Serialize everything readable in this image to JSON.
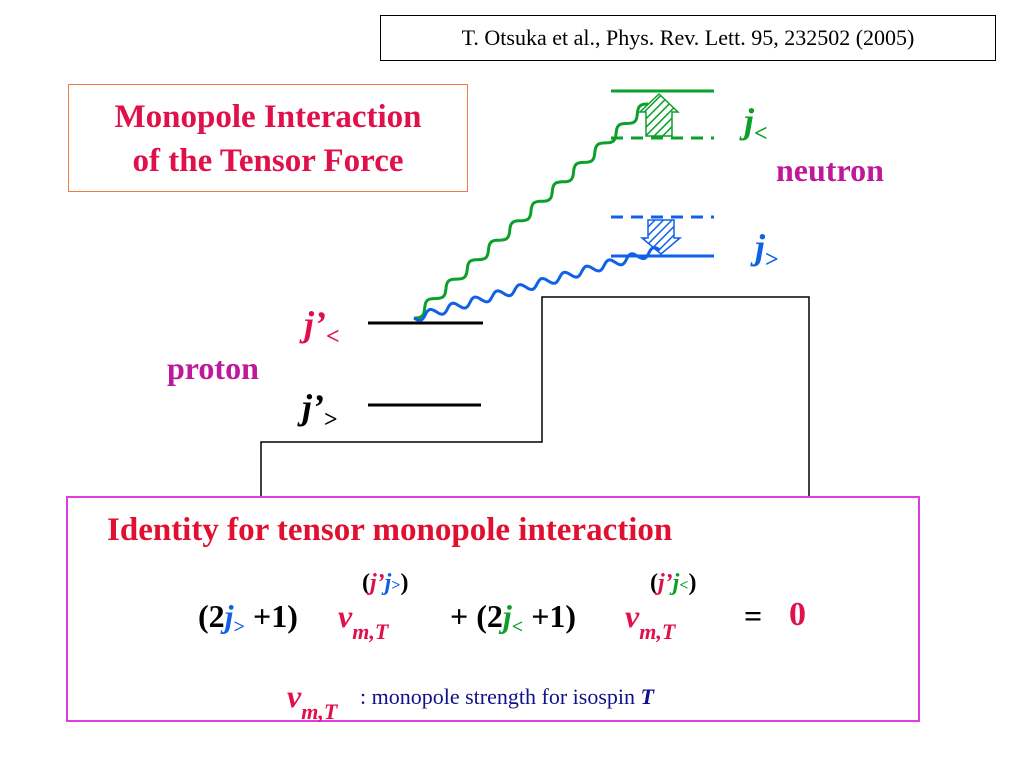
{
  "reference": "T. Otsuka et al.,  Phys. Rev. Lett. 95, 232502 (2005)",
  "title": {
    "line1": "Monopole Interaction",
    "line2": "of the Tensor Force"
  },
  "labels": {
    "neutron": "neutron",
    "proton": "proton",
    "j": "j",
    "j_prime": "j’",
    "less": "<",
    "greater": ">"
  },
  "identity": {
    "title": "Identity for tensor monopole interaction",
    "term1_open": "(2",
    "term1_j": "j",
    "term1_sub": ">",
    "term1_close": " +1)",
    "v": "v",
    "v_sub": "m,T",
    "sup1_open": "(",
    "sup1_jprime": "j’",
    "sup1_j": "j",
    "sup1_sub": ">",
    "sup1_close": ")",
    "plus": "+ (2",
    "term2_j": "j",
    "term2_sub": "<",
    "term2_close": " +1)",
    "sup2_open": "(",
    "sup2_jprime": "j’",
    "sup2_j": "j",
    "sup2_sub": "<",
    "sup2_close": ")",
    "equals": "=",
    "zero": "0",
    "legend_v": "v",
    "legend_sub": "m,T",
    "legend_colon": " : ",
    "legend_text": "monopole strength for isospin",
    "legend_T": "T"
  },
  "colors": {
    "title": "#e0104a",
    "title_border": "#f07a4a",
    "neutron_proton": "#c0189a",
    "green": "#0aa02a",
    "blue": "#1060e8",
    "identity_border": "#e23ce0",
    "identity_title": "#e01030",
    "legend_text": "#10108a"
  }
}
